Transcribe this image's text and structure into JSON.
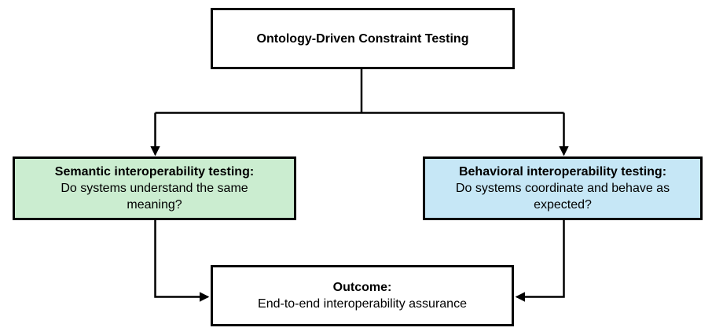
{
  "diagram": {
    "background": "#FFFFFF",
    "line_color": "#000000",
    "nodes": {
      "root": {
        "label": "Ontology-Driven Constraint Testing",
        "fill": "#FFFFFF"
      },
      "semantic": {
        "heading": "Semantic interoperability testing:",
        "body": "Do systems understand the same\nmeaning?",
        "fill": "#CBEDD0"
      },
      "behavioral": {
        "heading": "Behavioral interoperability testing:",
        "body": "Do systems coordinate and behave as\nexpected?",
        "fill": "#C6E7F6"
      },
      "outcome": {
        "heading": "Outcome:",
        "body": "End-to-end interoperability assurance",
        "fill": "#FFFFFF"
      }
    }
  }
}
